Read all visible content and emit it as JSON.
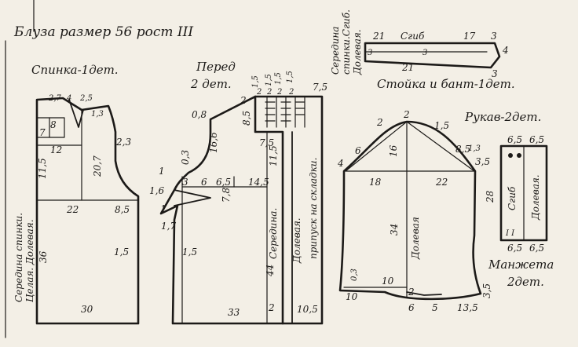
{
  "title": "Блуза размер 56 рост III",
  "colors": {
    "paper": "#f3efe6",
    "ink": "#1c1a18"
  },
  "pieces": {
    "back": {
      "name": "Спинка-1дет.",
      "center_label_1": "Середина спинки.",
      "center_label_2": "Целая. Долевая.",
      "dims": [
        "2,7",
        "4",
        "2,5",
        "1,3",
        "7",
        "8",
        "12",
        "2,3",
        "11,5",
        "20,7",
        "22",
        "8,5",
        "36",
        "1,5",
        "30"
      ]
    },
    "front": {
      "name_1": "Перед",
      "name_2": "2 дет.",
      "center_label": "Середина.",
      "grain_label": "Долевая.",
      "fold_label": "припуск на складки.",
      "dims": [
        "1,5",
        "1,5",
        "1,5",
        "1,5",
        "2",
        "2",
        "2",
        "2",
        "2",
        "7,5",
        "0,8",
        "8,5",
        "16,6",
        "7,5",
        "11,5",
        "0,3",
        "1",
        "1,6",
        "3",
        "6",
        "6,5",
        "14,5",
        "7,8",
        "1",
        "1,7",
        "1,5",
        "44",
        "33",
        "2",
        "10,5"
      ]
    },
    "collar": {
      "name": "Стойка и бант-1дет.",
      "center_label_1": "Середина",
      "center_label_2": "спинки.Сгиб.",
      "center_label_3": "Долевая.",
      "dims": [
        "21",
        "Сгиб",
        "17",
        "3",
        "3",
        "3",
        "4",
        "21",
        "3"
      ]
    },
    "sleeve": {
      "name": "Рукав-2дет.",
      "grain_label": "Долевая",
      "dims": [
        "2",
        "2",
        "1,5",
        "6",
        "8,5",
        "1,3",
        "4",
        "3,5",
        "16",
        "18",
        "22",
        "34",
        "0,3",
        "10",
        "2",
        "6",
        "5",
        "10",
        "13,5",
        "3,5"
      ]
    },
    "cuff": {
      "name_1": "Манжета",
      "name_2": "2дет.",
      "fold_label": "Сгиб",
      "grain_label": "Долевая.",
      "dims": [
        "6,5",
        "6,5",
        "28",
        "6,5",
        "6,5"
      ],
      "marks": "I I"
    }
  }
}
